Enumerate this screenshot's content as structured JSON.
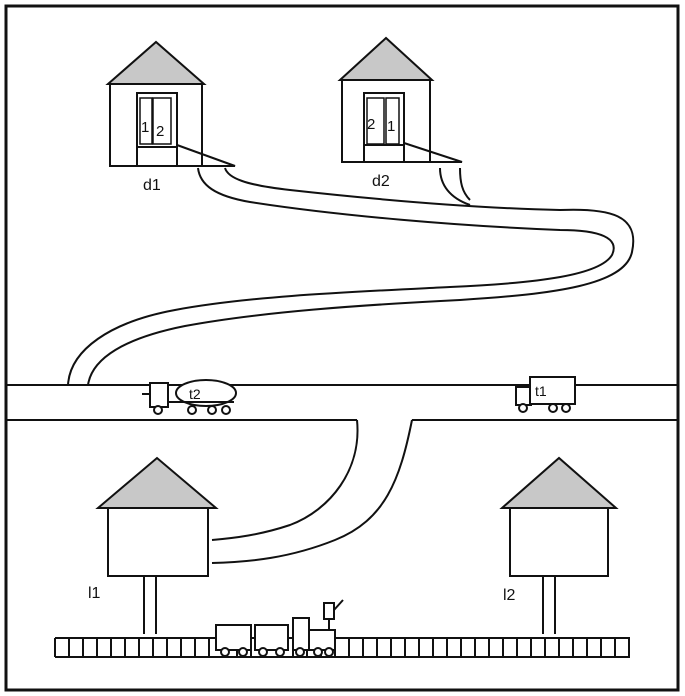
{
  "depots": [
    {
      "id": "depot-d1",
      "label": "d1",
      "door_left": "1",
      "door_right": "2"
    },
    {
      "id": "depot-d2",
      "label": "d2",
      "door_left": "2",
      "door_right": "1"
    }
  ],
  "locations": [
    {
      "id": "location-l1",
      "label": "l1"
    },
    {
      "id": "location-l2",
      "label": "l2"
    }
  ],
  "trucks": [
    {
      "id": "truck-t1",
      "label": "t1",
      "kind": "box-truck"
    },
    {
      "id": "truck-t2",
      "label": "t2",
      "kind": "tanker-truck"
    }
  ],
  "train": {
    "cars": 2,
    "has_locomotive": true
  },
  "colors": {
    "ink": "#111111",
    "roof": "#c8c8c8",
    "background": "#ffffff"
  }
}
